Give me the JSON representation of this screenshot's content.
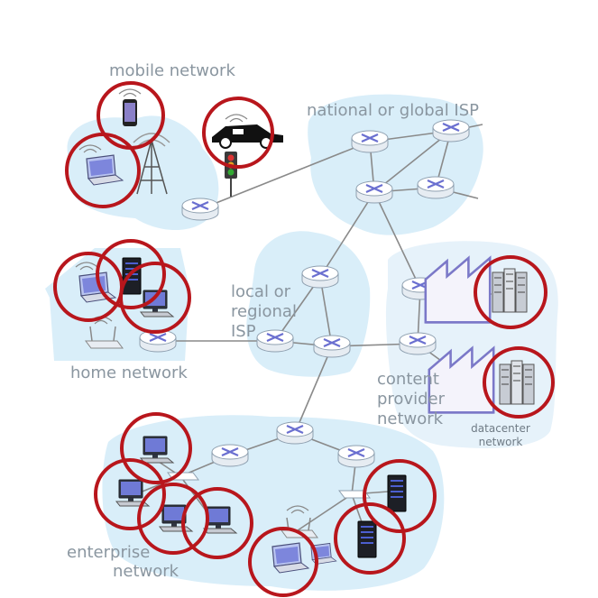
{
  "labels": {
    "mobile": "mobile network",
    "isp": "national or global ISP",
    "local_1": "local or",
    "local_2": "regional",
    "local_3": "ISP",
    "home": "home network",
    "content_1": "content",
    "content_2": "provider",
    "content_3": "network",
    "datacenter_1": "datacenter",
    "datacenter_2": "network",
    "enterprise_1": "enterprise",
    "enterprise_2": "network"
  },
  "colors": {
    "region": "#d9eef9",
    "router_fill": "#ffffff",
    "router_stroke": "#8fa0b0",
    "router_mark": "#6a6fd0",
    "link": "#8a8a8a",
    "highlight": "#b8161c",
    "building": "#7b78c8"
  },
  "icons": {
    "router": "router-icon",
    "smartphone": "smartphone-icon",
    "car": "car-icon",
    "laptop": "laptop-icon",
    "tower": "cell-tower-icon",
    "traffic_light": "traffic-light-icon",
    "desktop": "desktop-computer-icon",
    "server": "server-icon",
    "wifi_ap": "wireless-access-point-icon",
    "switch": "switch-icon",
    "server_rack": "server-rack-icon",
    "datacenter": "datacenter-building-icon"
  }
}
